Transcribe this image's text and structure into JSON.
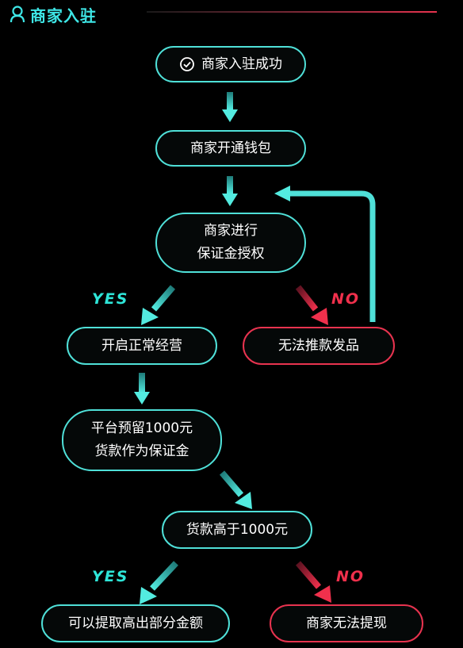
{
  "header": {
    "title": "商家入驻"
  },
  "nodes": {
    "success": "商家入驻成功",
    "wallet": "商家开通钱包",
    "deposit_l1": "商家进行",
    "deposit_l2": "保证金授权",
    "normal": "开启正常经营",
    "no_sell": "无法推款发品",
    "reserve_l1": "平台预留1000元",
    "reserve_l2": "货款作为保证金",
    "over": "货款高于1000元",
    "withdraw_part": "可以提取高出部分金额",
    "no_withdraw": "商家无法提现"
  },
  "labels": {
    "yes1": "YES",
    "no1": "NO",
    "yes2": "YES",
    "no2": "NO"
  },
  "colors": {
    "teal": "#4fe0d8",
    "red": "#e8334f",
    "background": "#000000"
  },
  "icons": {
    "title": "user-icon",
    "success": "check-circle-icon"
  }
}
